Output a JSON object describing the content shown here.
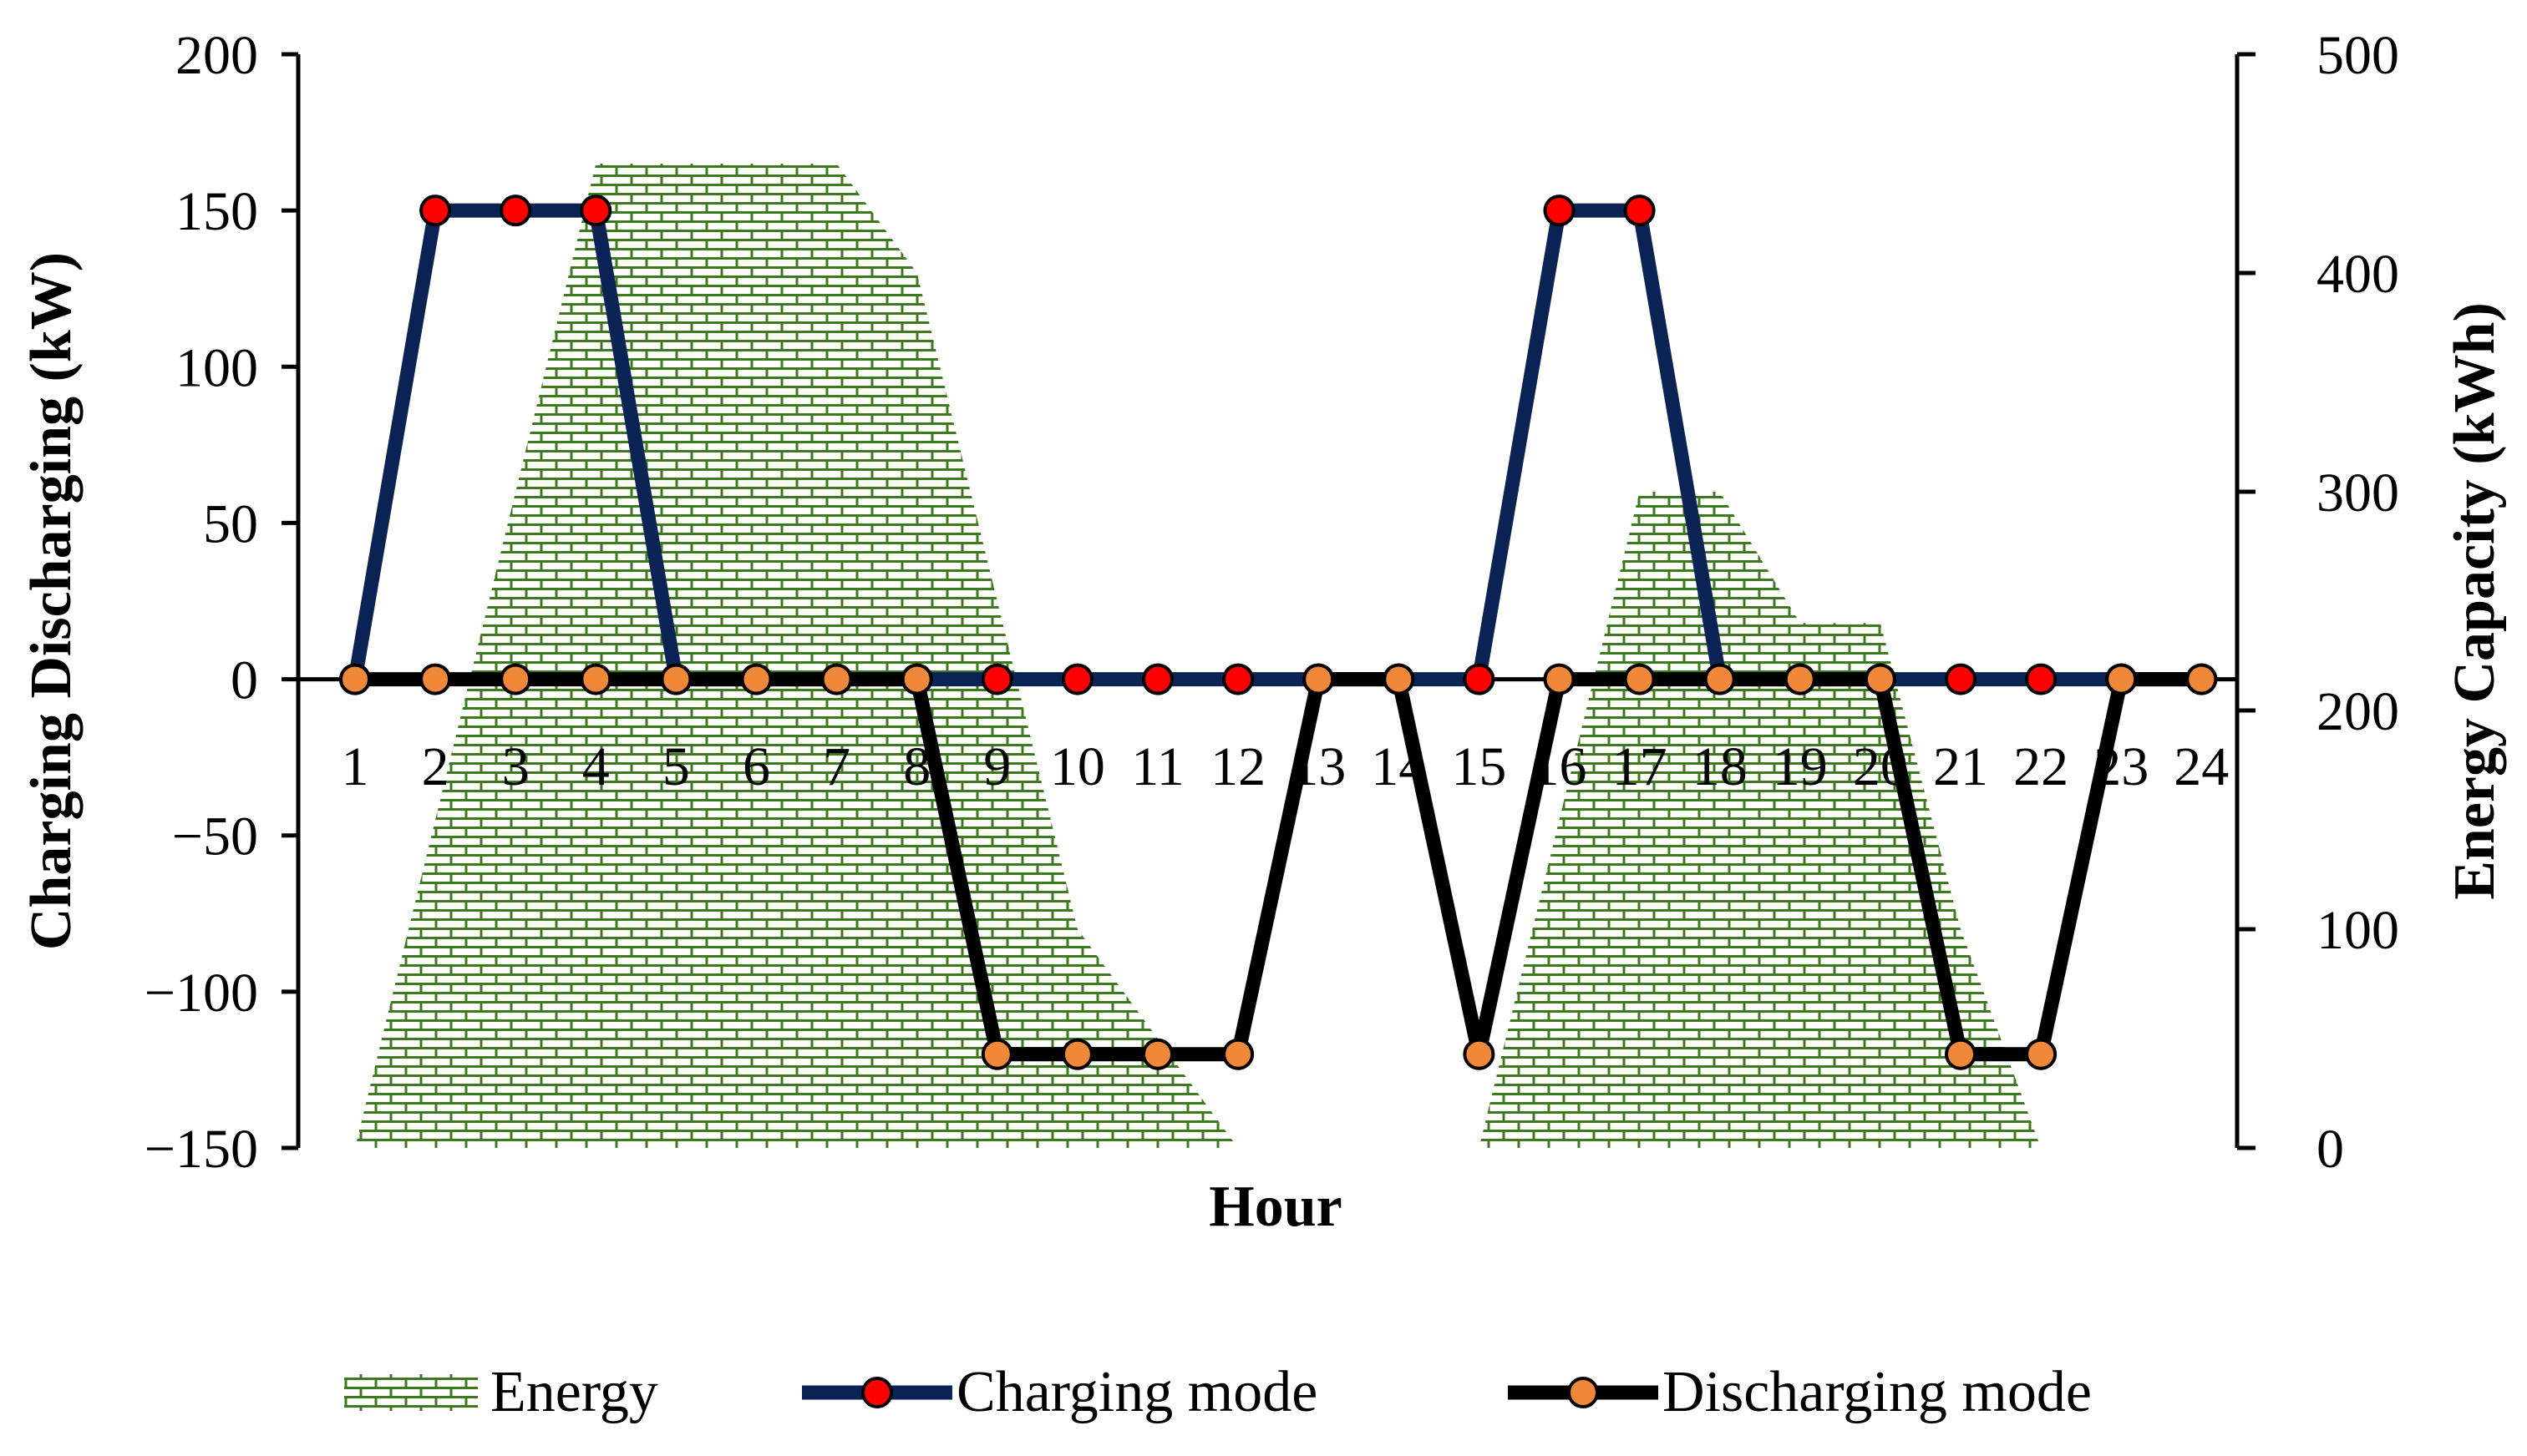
{
  "chart_data": {
    "type": "line",
    "xlabel": "Hour",
    "ylabel": "Charging Discharging (kW)",
    "y2label": "Energy Capacity (kWh)",
    "x": [
      1,
      2,
      3,
      4,
      5,
      6,
      7,
      8,
      9,
      10,
      11,
      12,
      13,
      14,
      15,
      16,
      17,
      18,
      19,
      20,
      21,
      22,
      23,
      24
    ],
    "ylim": [
      -150,
      200
    ],
    "y2lim": [
      0,
      500
    ],
    "yticks": [
      -150,
      -100,
      -50,
      0,
      50,
      100,
      150,
      200
    ],
    "y2ticks": [
      0,
      100,
      200,
      300,
      400,
      500
    ],
    "grid": false,
    "legend_position": "bottom",
    "series": [
      {
        "name": "Energy",
        "axis": "right",
        "style": "area",
        "pattern": "brick",
        "color": "#3d7a1e",
        "values": [
          0,
          150,
          300,
          450,
          450,
          450,
          450,
          400,
          250,
          100,
          50,
          0,
          0,
          0,
          0,
          150,
          300,
          300,
          240,
          240,
          100,
          0,
          0,
          0
        ]
      },
      {
        "name": "Charging mode",
        "axis": "left",
        "style": "line",
        "color": "#0b2255",
        "marker_color": "#ff0000",
        "values": [
          0,
          150,
          150,
          150,
          0,
          0,
          0,
          0,
          0,
          0,
          0,
          0,
          0,
          0,
          0,
          150,
          150,
          0,
          0,
          0,
          0,
          0,
          0,
          0
        ]
      },
      {
        "name": "Discharging mode",
        "axis": "left",
        "style": "line",
        "color": "#000000",
        "marker_color": "#f0883a",
        "values": [
          0,
          0,
          0,
          0,
          0,
          0,
          0,
          0,
          -120,
          -120,
          -120,
          -120,
          0,
          0,
          -120,
          0,
          0,
          0,
          0,
          0,
          -120,
          -120,
          0,
          0
        ]
      }
    ]
  }
}
